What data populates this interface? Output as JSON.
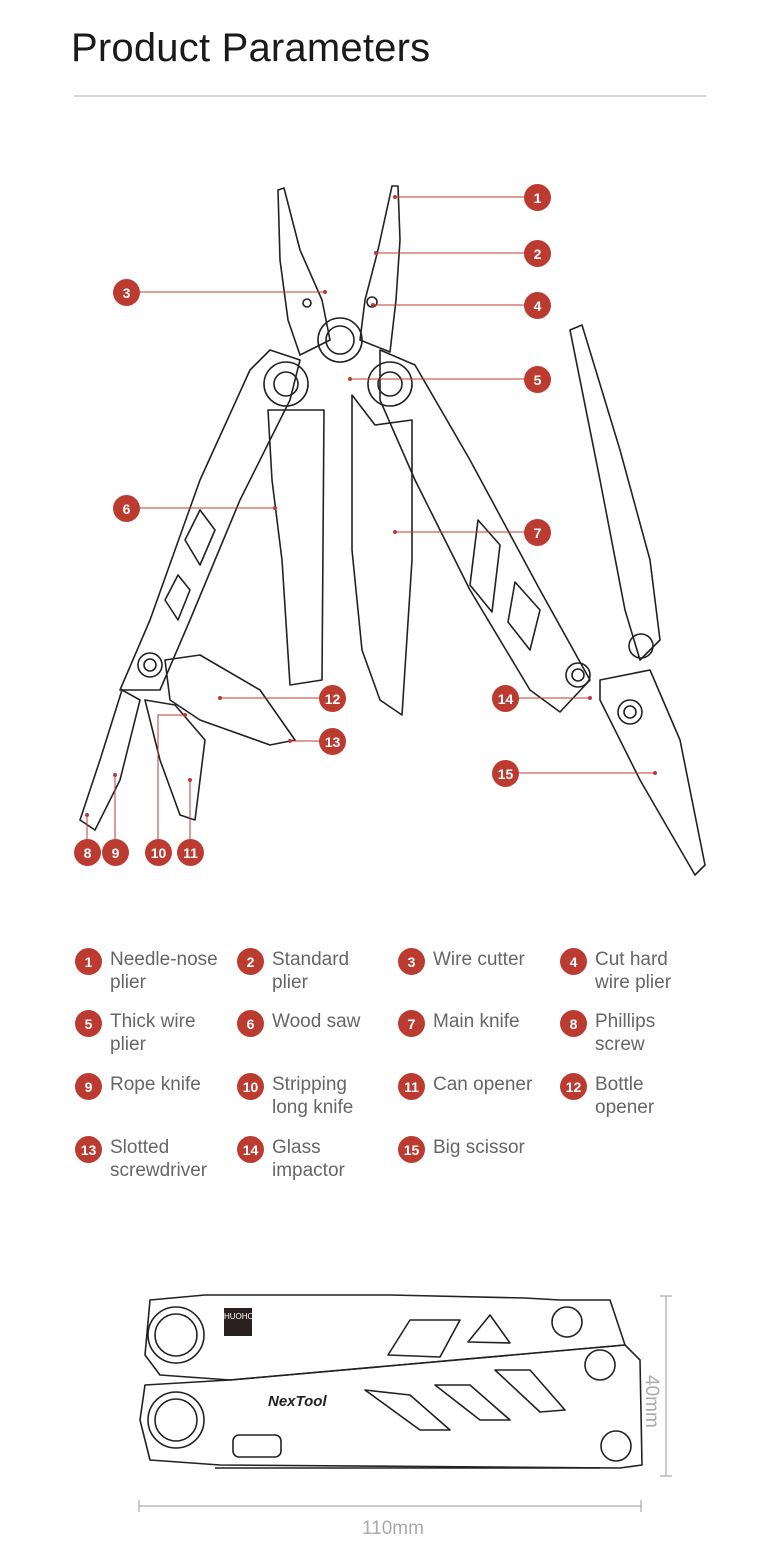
{
  "header": {
    "title": "Product Parameters"
  },
  "colors": {
    "accent": "#bb3b30",
    "line": "#222222",
    "text": "#666666"
  },
  "callouts": [
    "1",
    "2",
    "3",
    "4",
    "5",
    "6",
    "7",
    "8",
    "9",
    "10",
    "11",
    "12",
    "13",
    "14",
    "15"
  ],
  "legend": [
    {
      "num": "1",
      "label": "Needle-nose\nplier"
    },
    {
      "num": "2",
      "label": "Standard\nplier"
    },
    {
      "num": "3",
      "label": "Wire cutter"
    },
    {
      "num": "4",
      "label": "Cut hard\nwire plier"
    },
    {
      "num": "5",
      "label": "Thick wire\nplier"
    },
    {
      "num": "6",
      "label": "Wood saw"
    },
    {
      "num": "7",
      "label": "Main knife"
    },
    {
      "num": "8",
      "label": "Phillips\nscrew"
    },
    {
      "num": "9",
      "label": "Rope knife"
    },
    {
      "num": "10",
      "label": "Stripping\nlong knife"
    },
    {
      "num": "11",
      "label": "Can opener"
    },
    {
      "num": "12",
      "label": "Bottle\nopener"
    },
    {
      "num": "13",
      "label": "Slotted\nscrewdriver"
    },
    {
      "num": "14",
      "label": "Glass\nimpactor"
    },
    {
      "num": "15",
      "label": "Big scissor"
    }
  ],
  "dimensions": {
    "width": "110mm",
    "height": "40mm"
  },
  "branding": {
    "logo": "HUOHOU",
    "brand": "NexTool"
  }
}
